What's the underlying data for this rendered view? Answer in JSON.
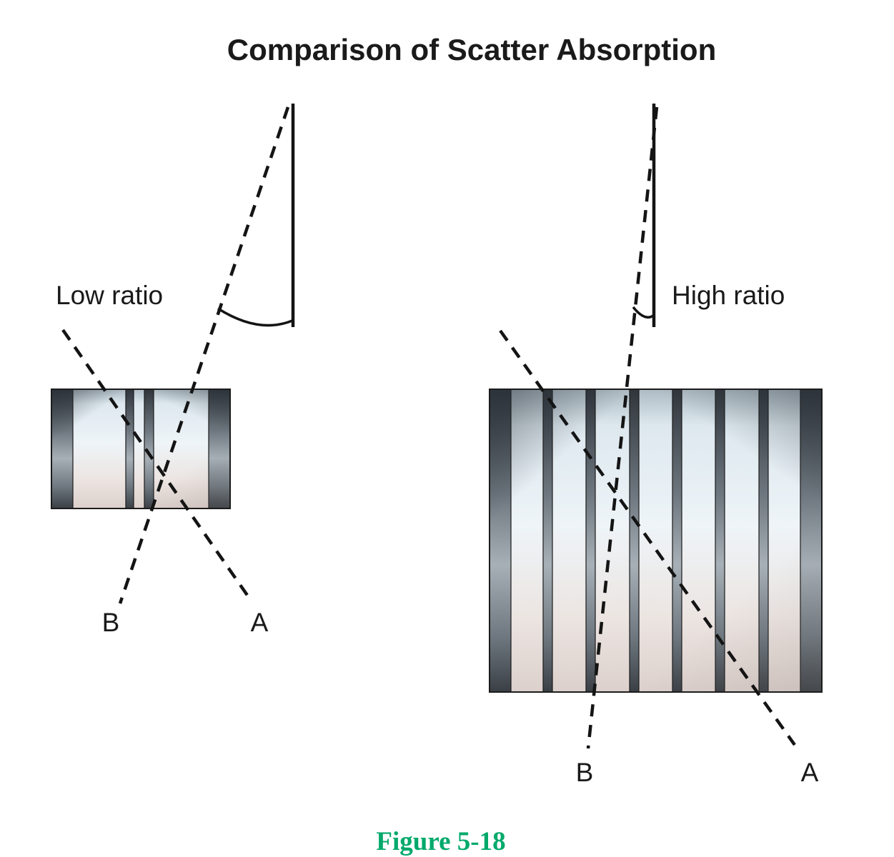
{
  "title": "Comparison of Scatter Absorption",
  "caption": "Figure 5-18",
  "left_diagram": {
    "ratio_label": "Low ratio",
    "ray_a_label": "A",
    "ray_b_label": "B"
  },
  "right_diagram": {
    "ratio_label": "High ratio",
    "ray_a_label": "A",
    "ray_b_label": "B"
  },
  "colors": {
    "text": "#1a1a1a",
    "caption_green": "#00a96b",
    "strip_dark": "#3a3f45",
    "interspace_light": "#eef4f8"
  }
}
